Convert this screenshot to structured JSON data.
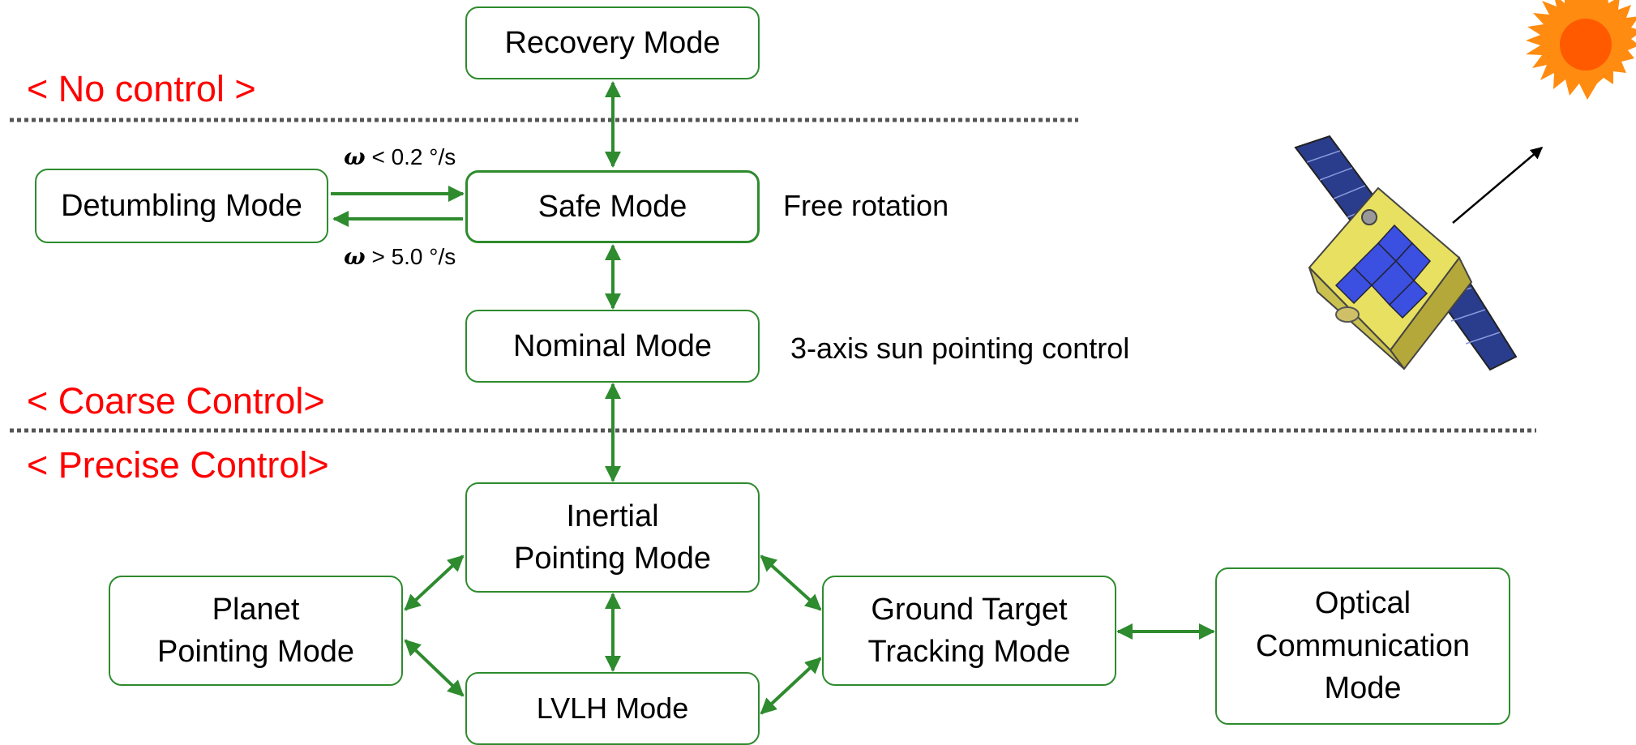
{
  "colors": {
    "arrow": "#2E8B2E",
    "zone_label": "#FF0000",
    "divider": "#555555"
  },
  "zones": {
    "no_control": "< No control >",
    "coarse_control": "< Coarse Control>",
    "precise_control": "< Precise Control>"
  },
  "nodes": {
    "recovery": "Recovery Mode",
    "detumbling": "Detumbling Mode",
    "safe": "Safe Mode",
    "nominal": "Nominal Mode",
    "inertial": {
      "line1": "Inertial",
      "line2": "Pointing Mode"
    },
    "planet": {
      "line1": "Planet",
      "line2": "Pointing Mode"
    },
    "lvlh": "LVLH Mode",
    "ground": {
      "line1": "Ground Target",
      "line2": "Tracking Mode"
    },
    "optical": {
      "line1": "Optical",
      "line2": "Communication",
      "line3": "Mode"
    }
  },
  "annotations": {
    "free_rotation": "Free rotation",
    "sun_pointing": "3-axis sun pointing control",
    "omega_symbol": "ω",
    "omega_low": "< 0.2 °/s",
    "omega_high": "> 5.0 °/s"
  },
  "icons": [
    "satellite-icon",
    "sun-icon"
  ]
}
